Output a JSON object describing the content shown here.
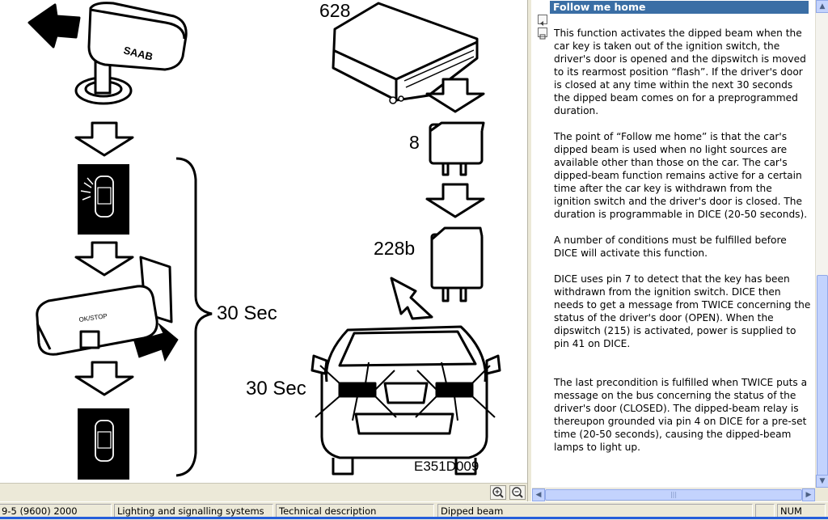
{
  "illustration": {
    "labels": {
      "module_628": "628",
      "relay_8": "8",
      "relay_228b": "228b",
      "sec_brace": "30 Sec",
      "sec_car": "30 Sec",
      "figure_code": "E351D009"
    },
    "key_brand": "SAAB",
    "stalk_markings": "OK/STOP"
  },
  "zoom": {
    "zoom_in_icon": "zoom-in-icon",
    "zoom_out_icon": "zoom-out-icon"
  },
  "text_pane": {
    "title": "Follow me home",
    "paragraphs": [
      "This function activates the dipped beam when the car key is taken out of the ignition switch, the driver's door is opened and the dipswitch is moved to its rearmost position “flash”. If the driver's door is closed at any time within the next 30 seconds the dipped beam comes on for a preprogrammed duration.",
      "The point of “Follow me home” is that the car's dipped beam is used when no light sources are available other than those on the car. The car's dipped-beam function remains active for a certain time after the car key is withdrawn from the ignition switch and the driver's door is closed. The duration is programmable in DICE (20-50 seconds).",
      "A number of conditions must be fulfilled before DICE will activate this function.",
      "DICE uses pin 7 to detect that the key has been withdrawn from the ignition switch. DICE then needs to get a message from TWICE concerning the status of the driver's door (OPEN). When the dipswitch (215) is activated, power is supplied to pin 41 on DICE.",
      "The last precondition is fulfilled when TWICE puts a message on the bus concerning the status of the driver's door (CLOSED). The dipped-beam relay is thereupon grounded via pin 4 on DICE for a pre-set time (20-50 seconds), causing the dipped-beam lamps to light up."
    ]
  },
  "status_bar": {
    "model": "9-5 (9600) 2000",
    "system": "Lighting and signalling systems",
    "doc_type": "Technical description",
    "component": "Dipped beam",
    "empty": "",
    "num_lock": "NUM"
  },
  "colors": {
    "title_bar": "#3a6ea5",
    "chrome": "#ece9d8",
    "scroll": "#c3d3fd"
  }
}
